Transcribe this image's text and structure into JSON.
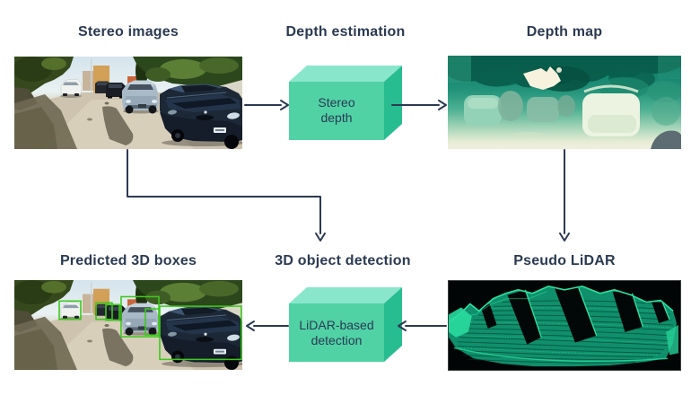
{
  "nodes": {
    "stereo_images": {
      "title": "Stereo images"
    },
    "depth_estimation": {
      "title": "Depth estimation",
      "box_label": [
        "Stereo",
        "depth"
      ]
    },
    "depth_map": {
      "title": "Depth map"
    },
    "predicted_3d_boxes": {
      "title": "Predicted 3D boxes"
    },
    "object_detection_3d": {
      "title": "3D object detection",
      "box_label": [
        "LiDAR-based",
        "detection"
      ]
    },
    "pseudo_lidar": {
      "title": "Pseudo LiDAR"
    }
  },
  "palette": {
    "title_text": "#2b3a52",
    "arrow": "#2b3a52",
    "cube_front": "#50d2a5",
    "cube_top": "#8ae6ca",
    "cube_side": "#28bd90",
    "detection_box_green": "#3ec81e",
    "depth_map_teal_dark": "#0b6f5d",
    "depth_map_teal_light": "#efeedd",
    "pseudo_lidar_green": "#2ce2a0",
    "pseudo_lidar_bg": "#020505",
    "background": "#ffffff"
  }
}
